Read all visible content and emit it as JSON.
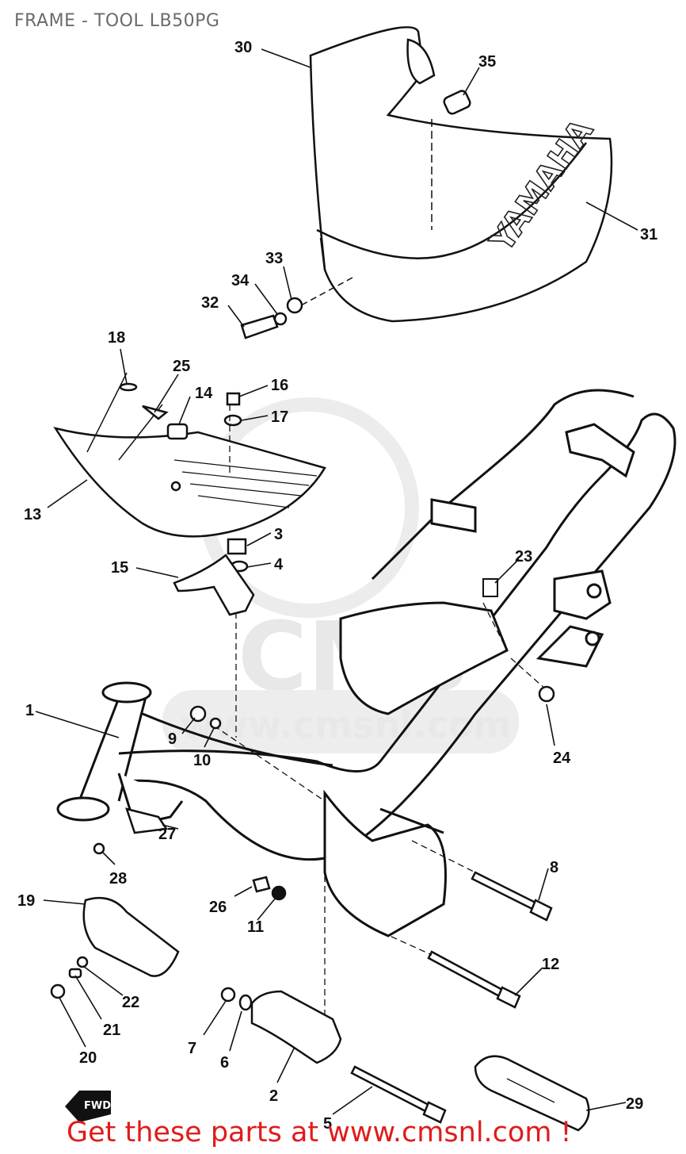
{
  "header": {
    "title": "FRAME - TOOL LB50PG"
  },
  "footer": {
    "text": "Get these parts at www.cmsnl.com !"
  },
  "watermark": {
    "site": "www.cmsnl.com",
    "logo_text": "CMS"
  },
  "diagram": {
    "brand_text": "YAMAHA",
    "fwd_label": "FWD",
    "callouts": [
      "1",
      "2",
      "3",
      "4",
      "5",
      "6",
      "7",
      "8",
      "9",
      "10",
      "11",
      "12",
      "13",
      "14",
      "15",
      "16",
      "17",
      "18",
      "19",
      "20",
      "21",
      "22",
      "23",
      "24",
      "25",
      "26",
      "27",
      "28",
      "29",
      "30",
      "31",
      "32",
      "33",
      "34",
      "35"
    ]
  },
  "colors": {
    "footer": "#e01b1b",
    "title": "#6b6b6b",
    "line": "#111111",
    "watermark": "#e8e8e8"
  }
}
